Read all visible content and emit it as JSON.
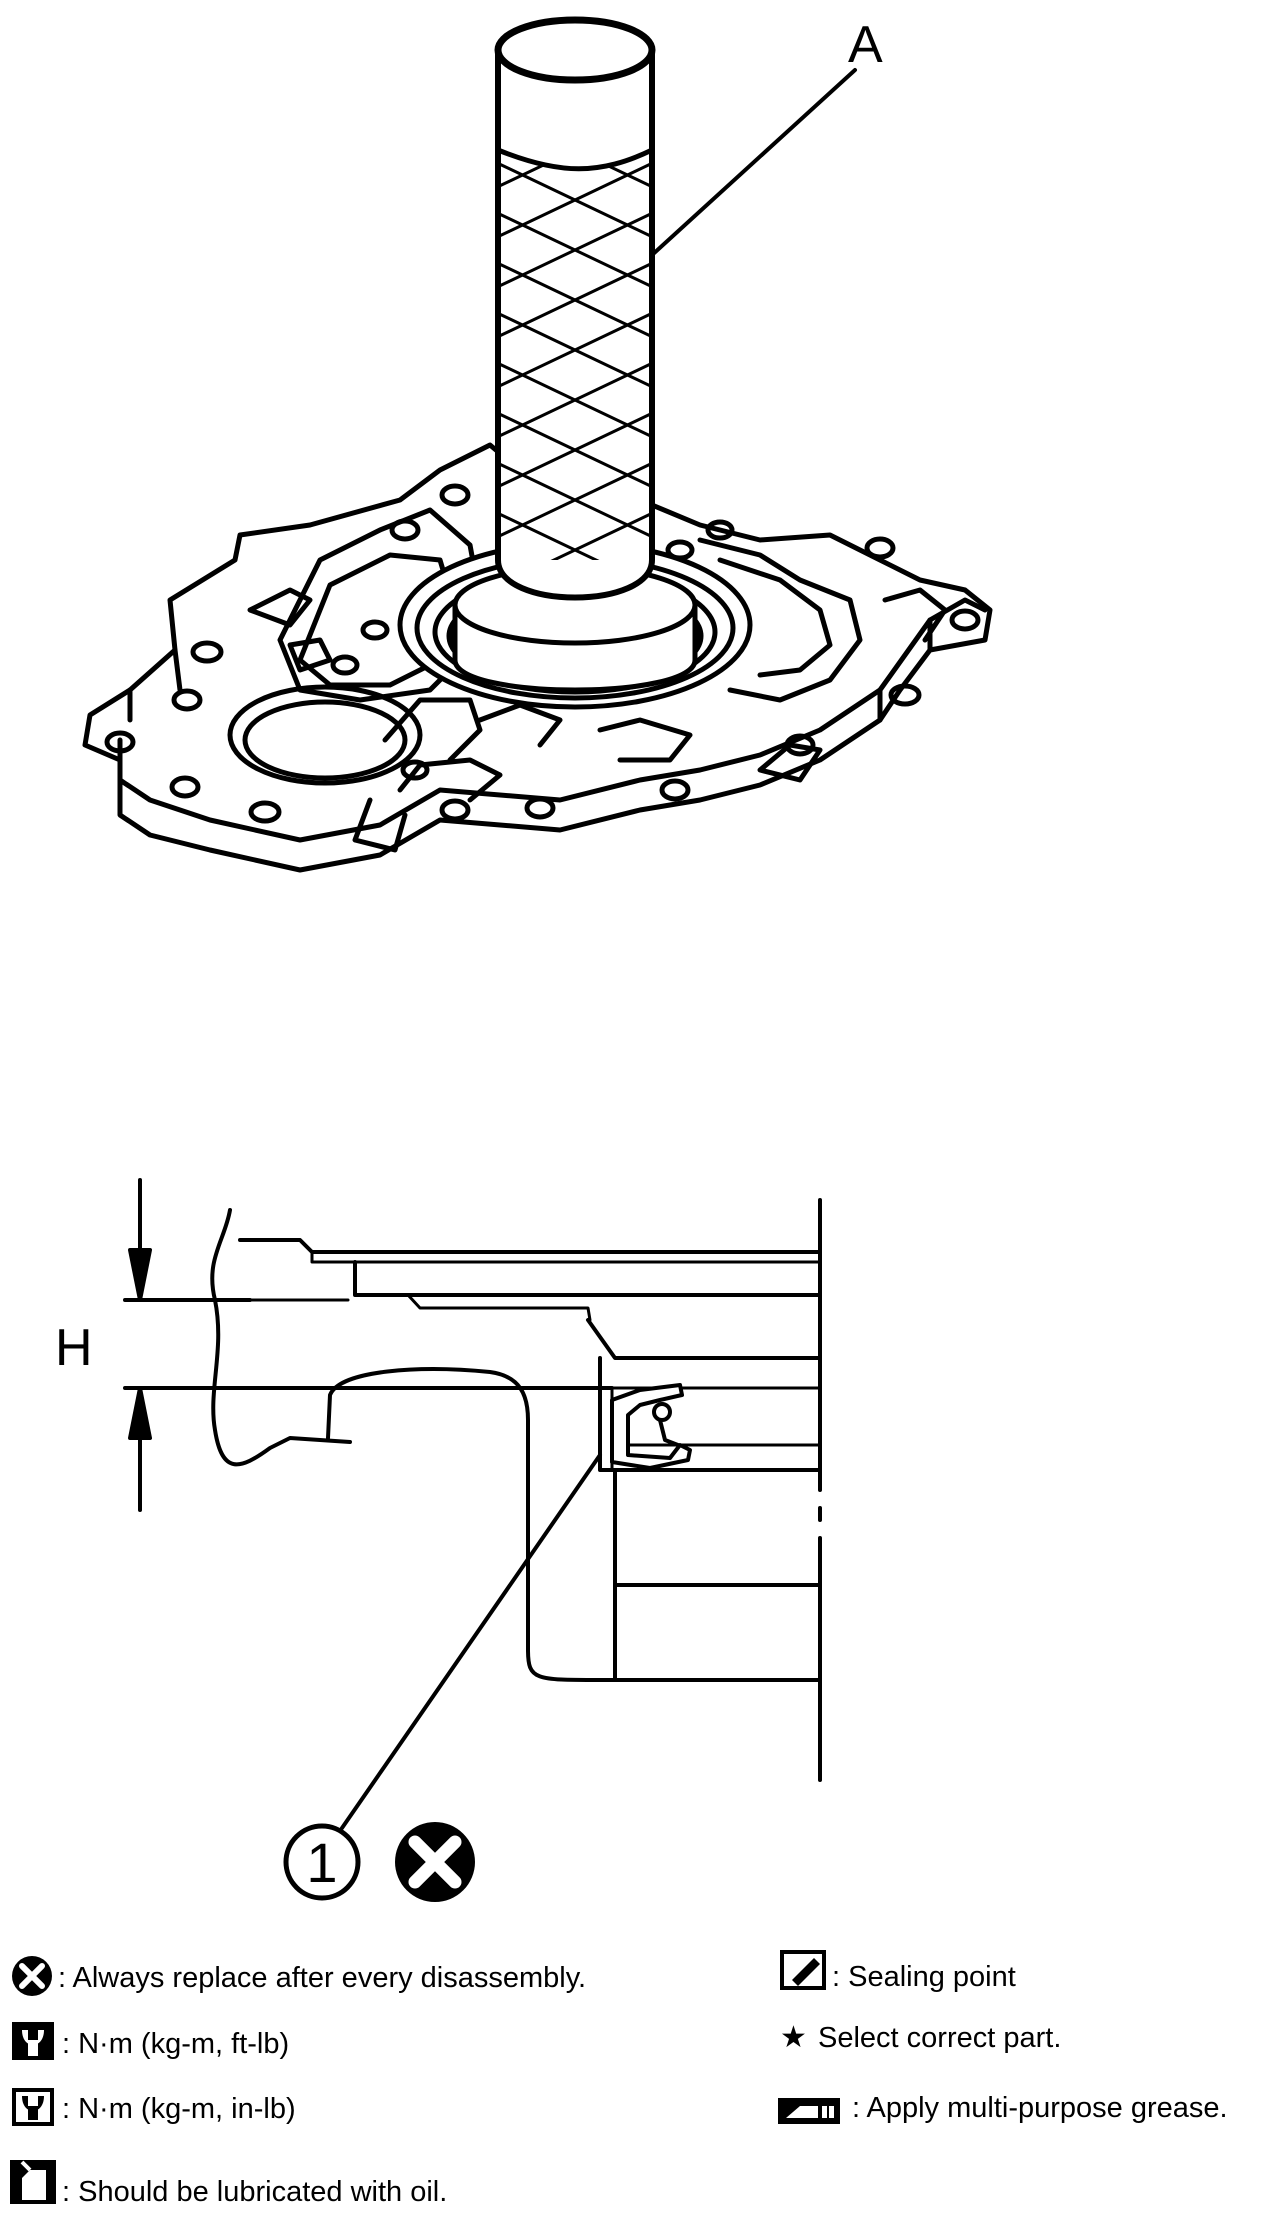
{
  "top_figure": {
    "callout_label": "A"
  },
  "section_figure": {
    "dimension_label": "H",
    "part_number": "1"
  },
  "legend": {
    "left": [
      {
        "icon": "always-replace-icon",
        "text": ": Always replace after every disassembly."
      },
      {
        "icon": "torque-wrench-icon",
        "text": ": N·m (kg-m, ft-lb)"
      },
      {
        "icon": "torque-wrench-filled-icon",
        "text": ": N·m (kg-m, in-lb)"
      },
      {
        "icon": "oil-can-icon",
        "text": ": Should be lubricated with oil."
      }
    ],
    "right": [
      {
        "icon": "sealing-point-icon",
        "text": ": Sealing point"
      },
      {
        "icon": "star-icon",
        "text": "Select correct part."
      },
      {
        "icon": "grease-gun-icon",
        "text": ": Apply multi-purpose grease."
      }
    ]
  },
  "colors": {
    "ink": "#000000",
    "paper": "#ffffff"
  }
}
